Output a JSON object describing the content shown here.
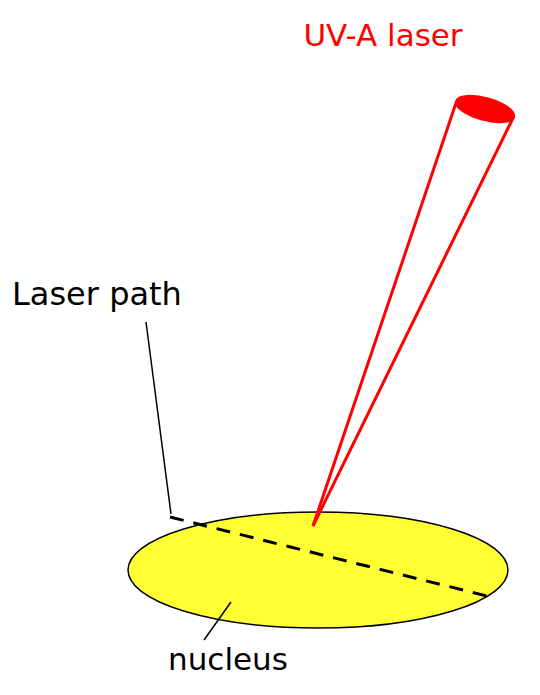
{
  "diagram": {
    "labels": [
      "UV-A laser",
      "Laser path",
      "nucleus"
    ]
  }
}
